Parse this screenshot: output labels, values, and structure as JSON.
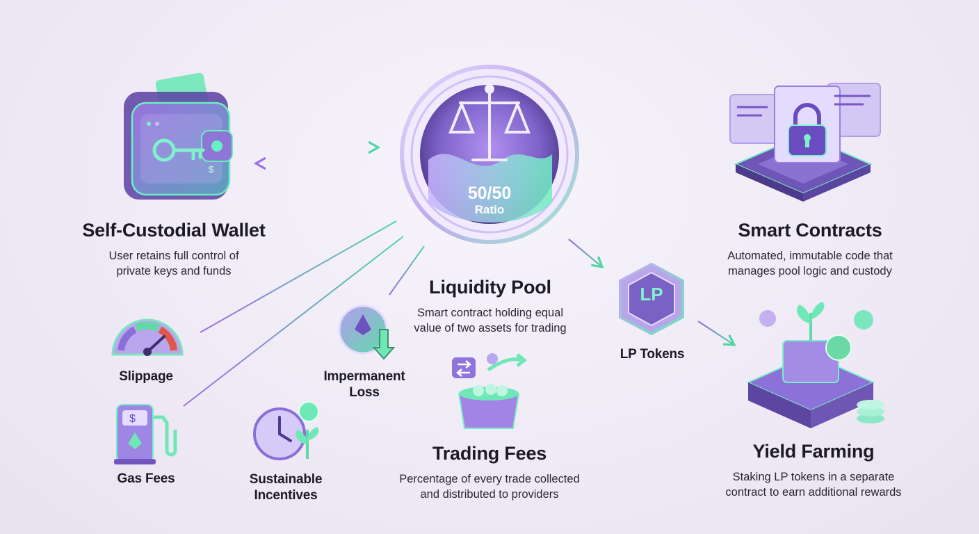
{
  "nodes": {
    "wallet": {
      "title": "Self-Custodial Wallet",
      "desc_lines": [
        "User retains full control of",
        "private keys and funds"
      ]
    },
    "pool": {
      "title": "Liquidity Pool",
      "desc_lines": [
        "Smart contract holding equal",
        "value of two assets for trading"
      ],
      "ratio_value": "50/50",
      "ratio_label": "Ratio"
    },
    "contracts": {
      "title": "Smart Contracts",
      "desc_lines": [
        "Automated, immutable code that",
        "manages pool logic and custody"
      ]
    },
    "lp_tokens": {
      "title": "LP Tokens",
      "badge": "LP"
    },
    "yield": {
      "title": "Yield Farming",
      "desc_lines": [
        "Staking LP tokens in a separate",
        "contract to earn additional rewards"
      ]
    },
    "trading_fees": {
      "title": "Trading Fees",
      "desc_lines": [
        "Percentage of every trade collected",
        "and distributed to providers"
      ]
    },
    "impermanent_loss": {
      "title_lines": [
        "Impermanent",
        "Loss"
      ]
    },
    "slippage": {
      "title": "Slippage"
    },
    "gas_fees": {
      "title": "Gas Fees"
    },
    "incentives": {
      "title_lines": [
        "Sustainable",
        "Incentives"
      ]
    }
  },
  "colors": {
    "purple": "#9b6ee6",
    "green": "#4fd6a4",
    "violet": "#7a52cf",
    "dark_text": "#1c1a28"
  },
  "icons": [
    "wallet-icon",
    "key-icon",
    "dollar-icon",
    "balance-scale-icon",
    "lock-icon",
    "code-window-icon",
    "chip-icon",
    "lp-token-icon",
    "plant-icon",
    "gear-icon",
    "coin-stack-icon",
    "ethereum-icon",
    "gauge-icon",
    "fuel-pump-icon",
    "clock-icon",
    "swap-icon",
    "box-icon",
    "arrow-icon"
  ]
}
